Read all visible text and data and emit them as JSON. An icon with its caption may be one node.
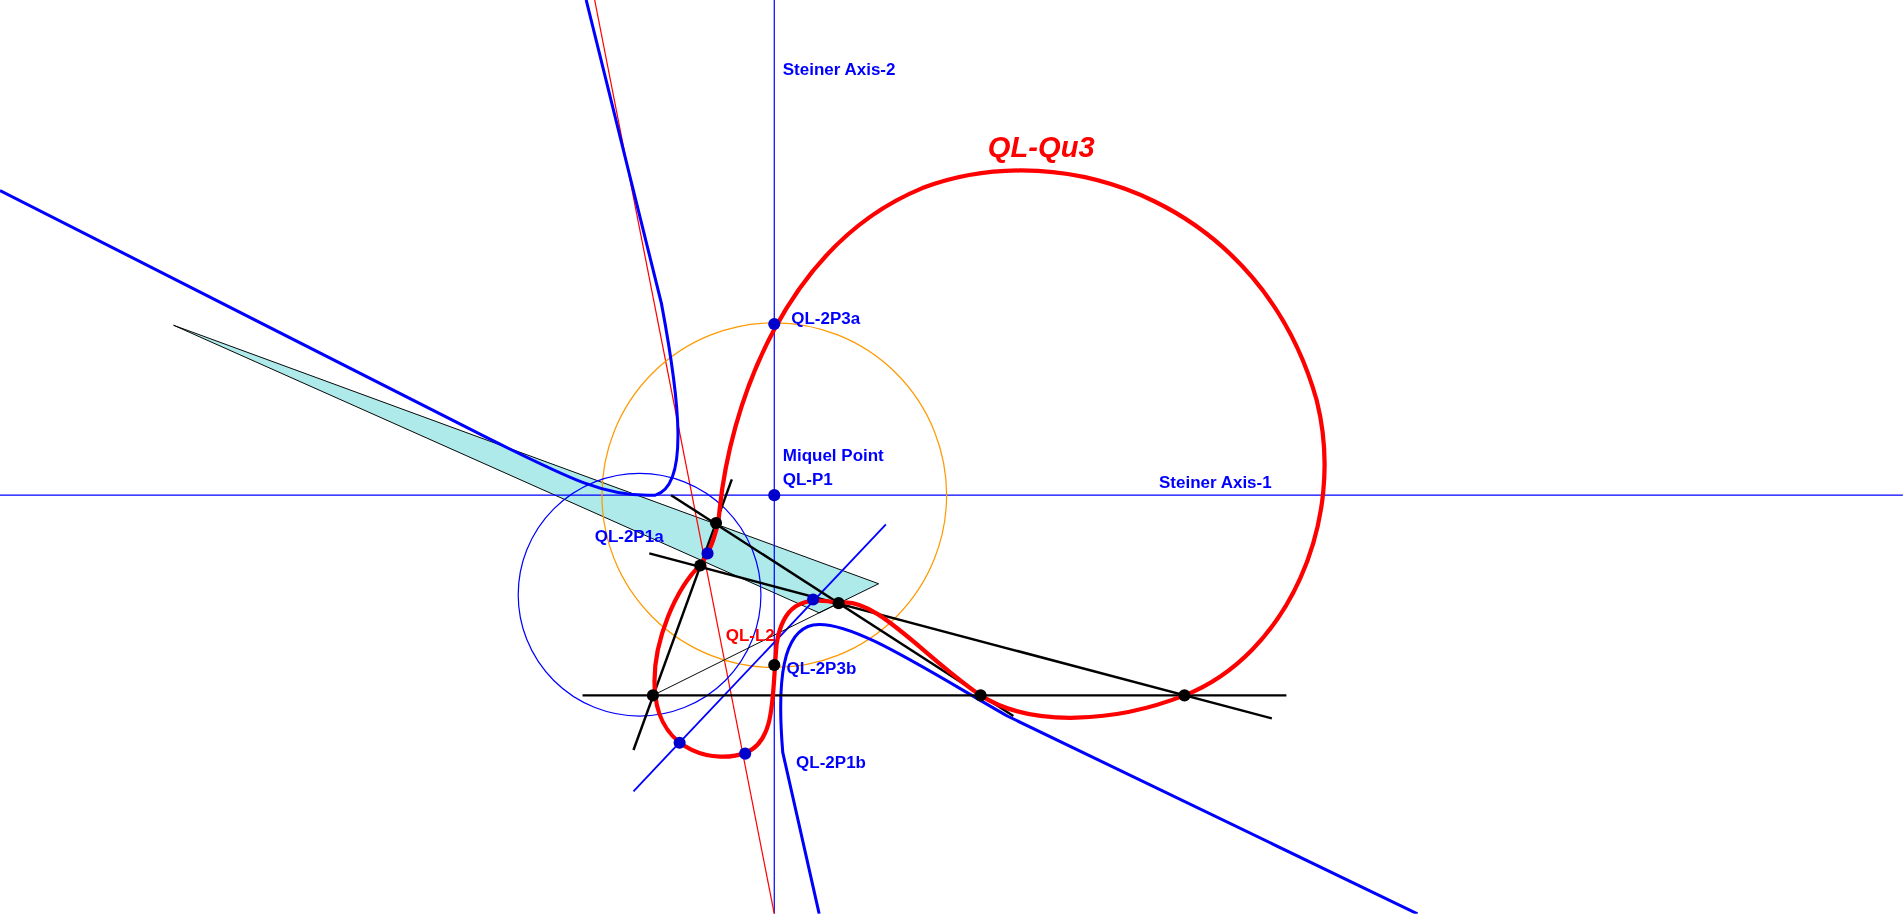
{
  "diagram": {
    "labels": [
      "Steiner Axis-2",
      "QL-Qu3",
      "QL-2P3a",
      "Miquel Point",
      "QL-P1",
      "Steiner Axis-1",
      "QL-2P1a",
      "QL-L2",
      "QL-2P3b",
      "QL-2P1b"
    ]
  }
}
